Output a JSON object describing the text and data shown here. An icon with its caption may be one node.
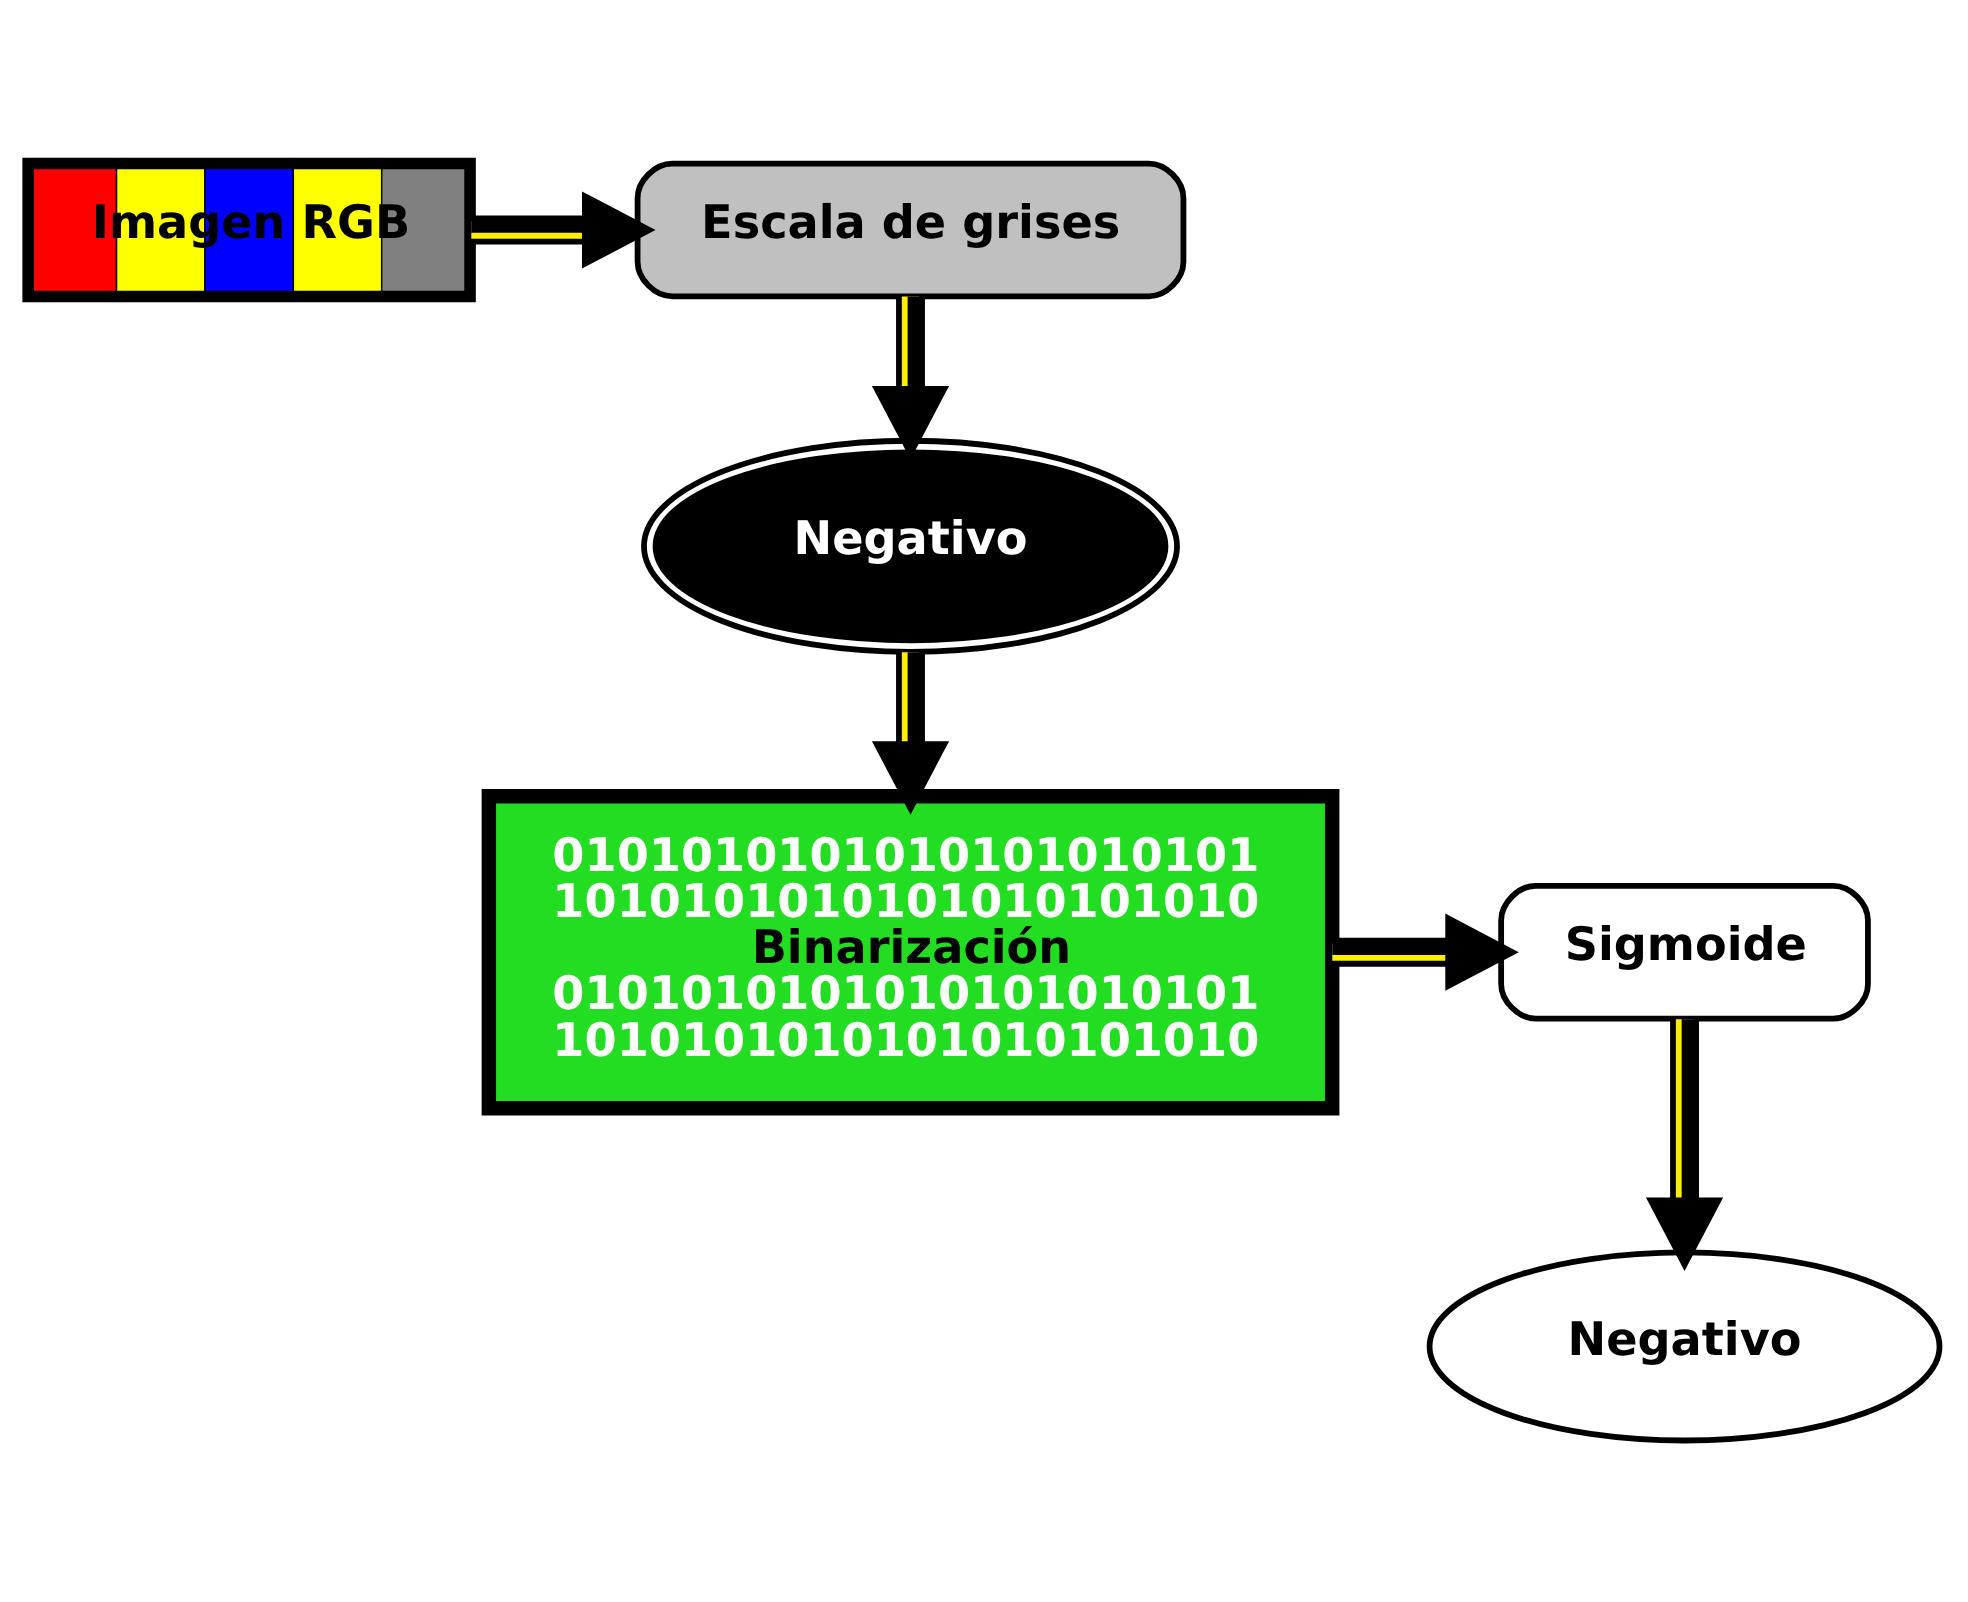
{
  "diagram": {
    "nodes": [
      {
        "text": [
          "Imagen RGB"
        ]
      },
      {
        "text": [
          "Escala de grises"
        ]
      },
      {
        "text": [
          "Negativo"
        ]
      },
      {
        "text": [
          "0101010101010101010101",
          "1010101010101010101010",
          "Binarización",
          "0101010101010101010101",
          "1010101010101010101010"
        ]
      },
      {
        "text": [
          "Sigmoide"
        ]
      },
      {
        "text": [
          "Negativo"
        ]
      }
    ],
    "edges": [
      {
        "from": 0,
        "to": 1,
        "arrow": "to"
      },
      {
        "from": 1,
        "to": 2,
        "arrow": "to"
      },
      {
        "from": 2,
        "to": 3,
        "arrow": "to"
      },
      {
        "from": 3,
        "to": 4,
        "arrow": "to"
      },
      {
        "from": 4,
        "to": 5,
        "arrow": "to"
      }
    ]
  }
}
